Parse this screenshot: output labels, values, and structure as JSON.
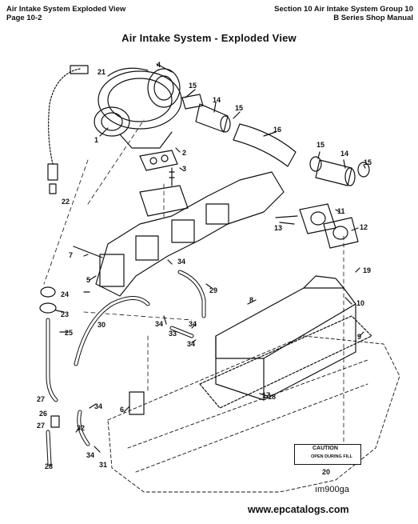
{
  "header": {
    "left_line1": "Air Intake System    Exploded View",
    "left_line2": "Page 10-2",
    "right_line1": "Section 10   Air Intake System   Group 10",
    "right_line2": "B Series Shop Manual"
  },
  "title": "Air Intake System - Exploded View",
  "callouts": [
    "1",
    "2",
    "3",
    "4",
    "5",
    "6",
    "7",
    "8",
    "9",
    "10",
    "11",
    "12",
    "13",
    "14",
    "14",
    "15",
    "15",
    "15",
    "15",
    "16",
    "17",
    "18",
    "19",
    "20",
    "21",
    "22",
    "23",
    "24",
    "25",
    "26",
    "27",
    "27",
    "28",
    "29",
    "30",
    "31",
    "32",
    "33",
    "34",
    "34",
    "34",
    "34",
    "34",
    "34"
  ],
  "caution": {
    "title": "CAUTION",
    "text": "OPEN DURING FILL"
  },
  "drawing_id": "ım900ga",
  "watermark": "www.epcatalogs.com"
}
